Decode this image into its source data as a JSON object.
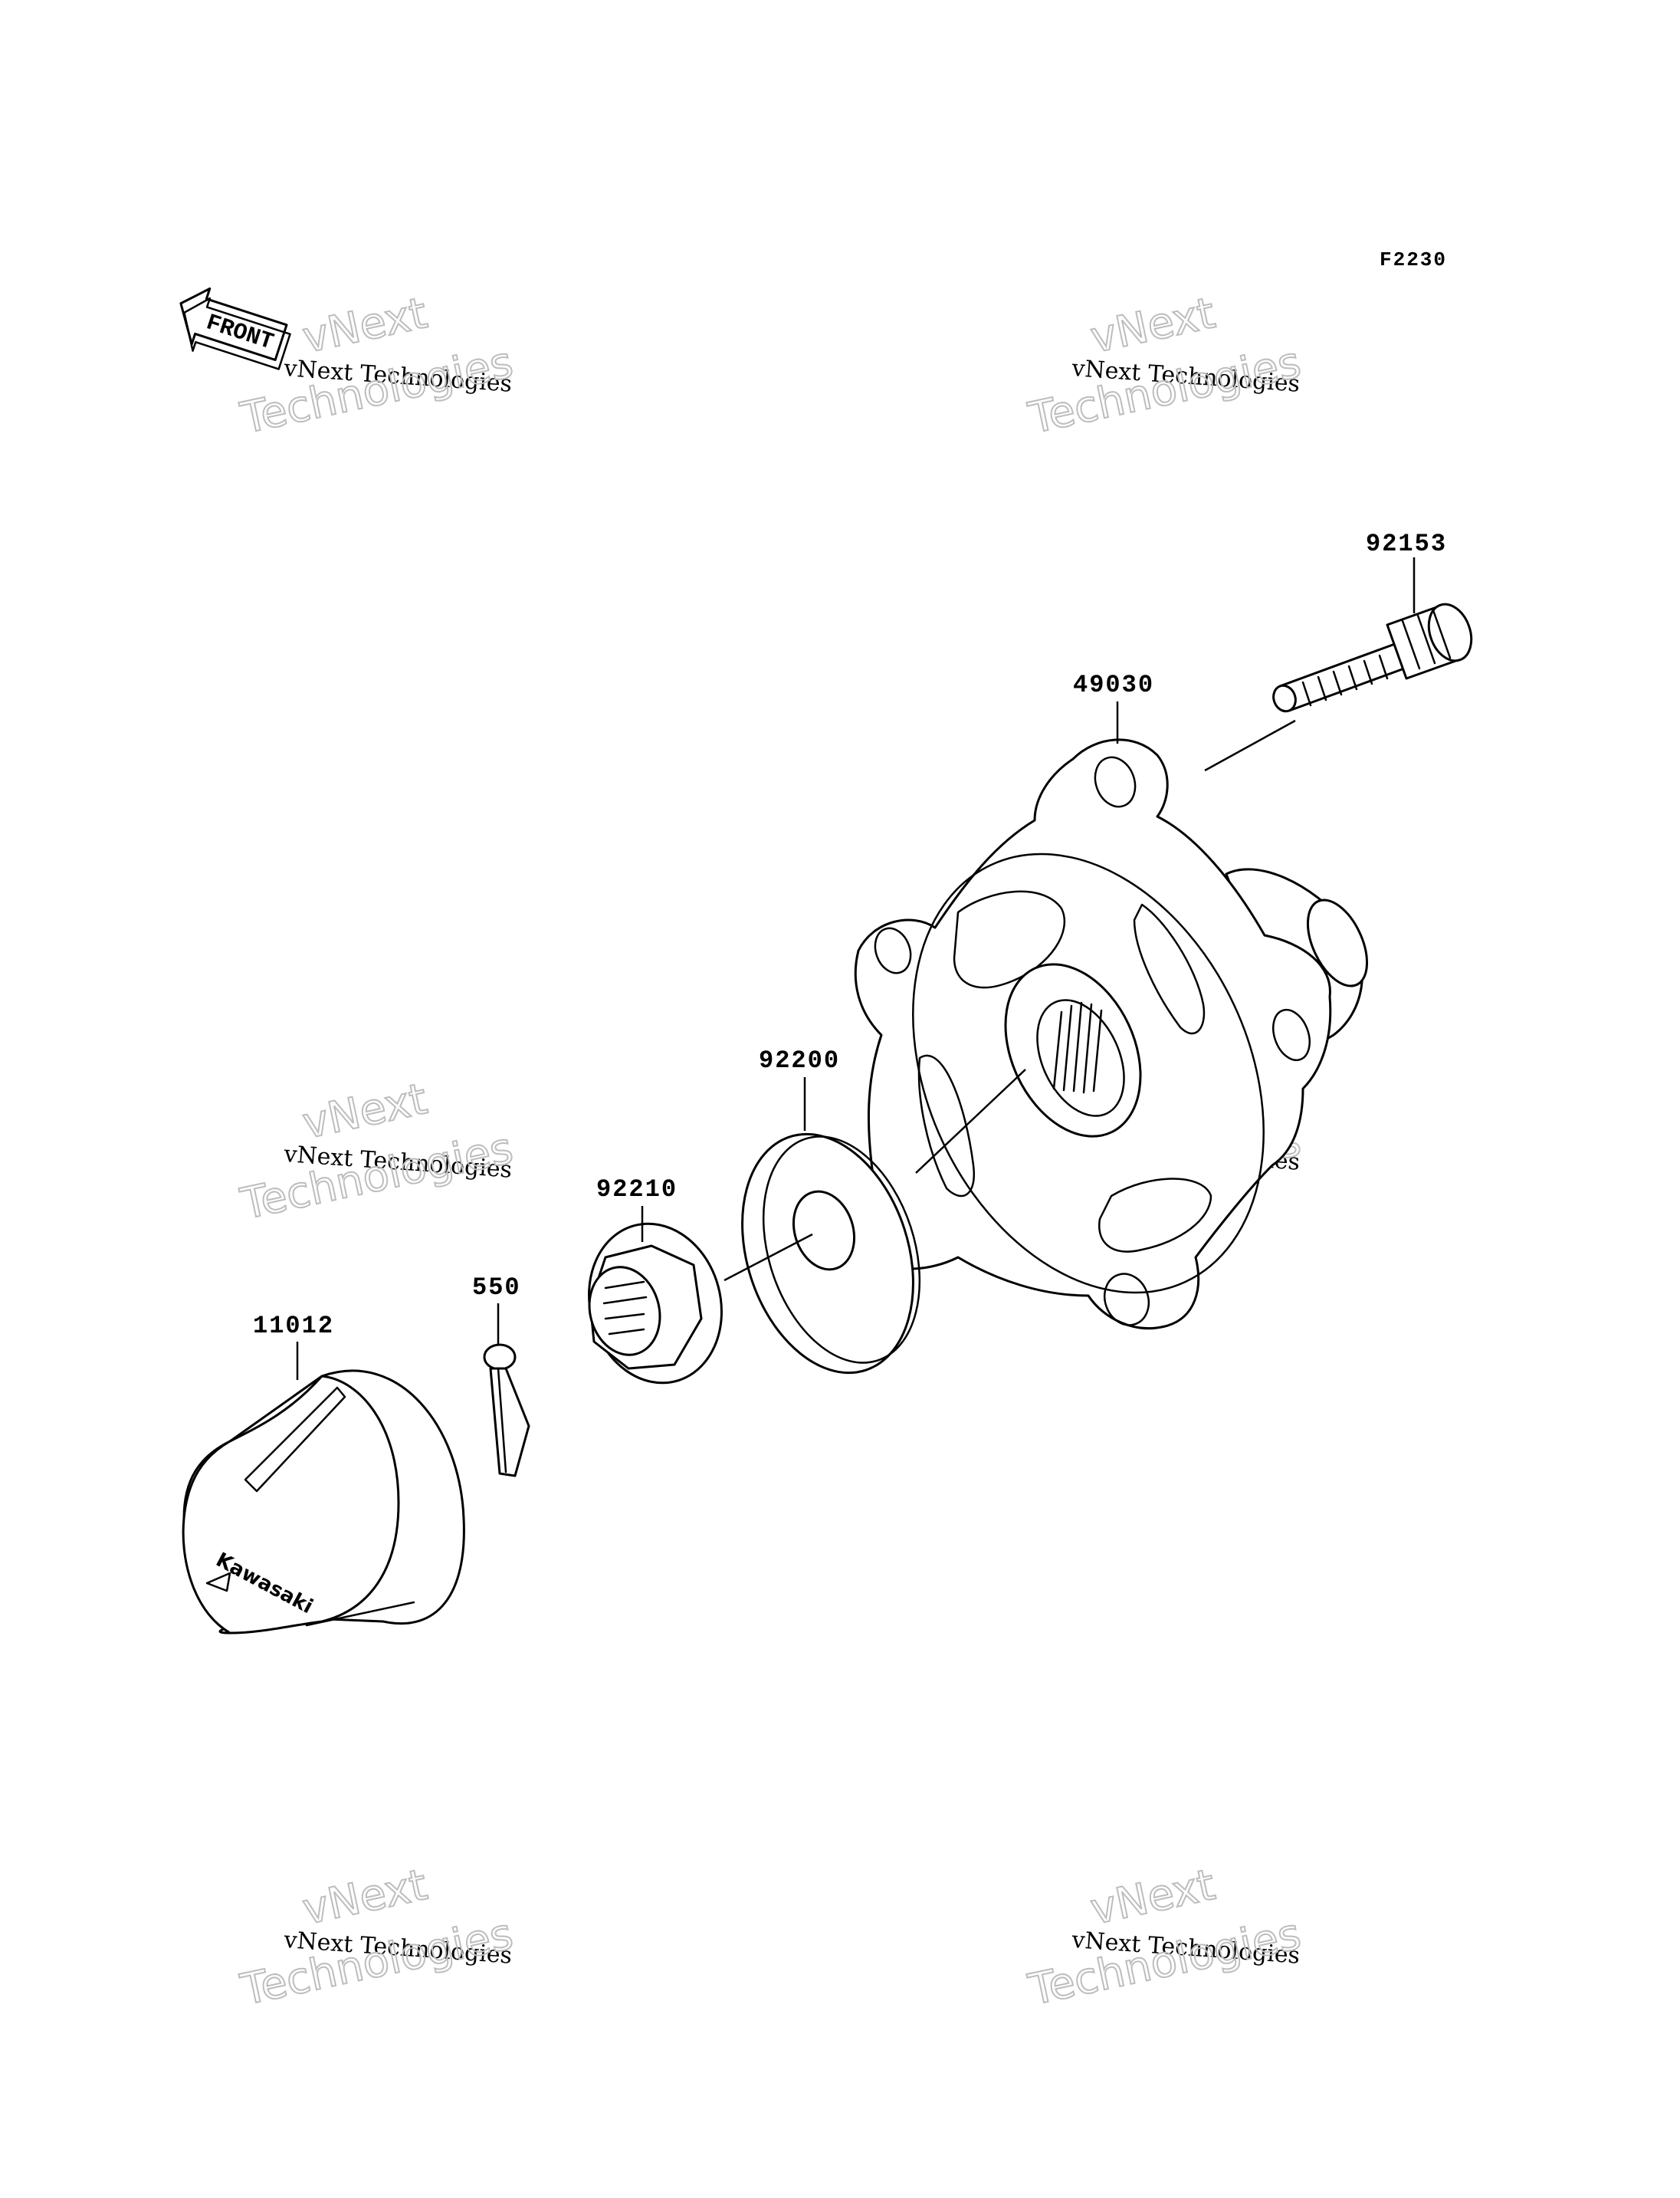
{
  "figure": {
    "code": "F2230",
    "front_label": "FRONT"
  },
  "parts": [
    {
      "number": "92153",
      "name_icon": "hub-bolt"
    },
    {
      "number": "49030",
      "name_icon": "wheel-hub"
    },
    {
      "number": "92200",
      "name_icon": "washer"
    },
    {
      "number": "92210",
      "name_icon": "hex-nut"
    },
    {
      "number": "550",
      "name_icon": "cotter-pin"
    },
    {
      "number": "11012",
      "name_icon": "hub-cap"
    }
  ],
  "hub_cap_brand": "Kawasaki",
  "watermark": {
    "small": "vNext Technologies",
    "big_line1": "vNext",
    "big_line2": "Technologies"
  }
}
